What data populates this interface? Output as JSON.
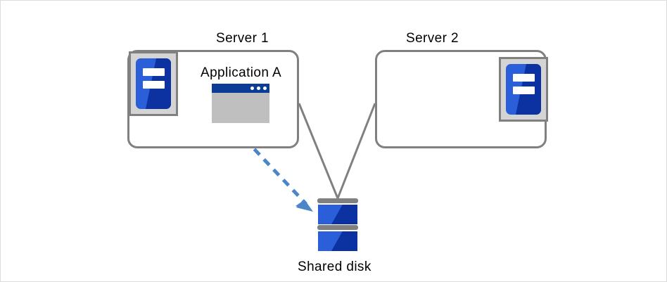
{
  "diagram": {
    "title_server1": "Server 1",
    "title_server2": "Server 2",
    "application_label": "Application A",
    "shared_disk_label": "Shared disk",
    "colors": {
      "box_border": "#808080",
      "icon_frame": "#d4d4d4",
      "icon_blue_light": "#2b5fd9",
      "icon_blue_dark": "#0b32a0",
      "window_titlebar": "#0b3c96",
      "window_body": "#bfbfbf",
      "connector": "#808080",
      "access_arrow": "#4a86c8",
      "canvas_border": "#dcdcdc"
    },
    "servers": [
      {
        "name": "Server 1",
        "icon": "server-icon",
        "has_application": true,
        "application": "Application A"
      },
      {
        "name": "Server 2",
        "icon": "server-icon",
        "has_application": false,
        "application": ""
      }
    ],
    "storage": {
      "name": "Shared disk",
      "icon": "disk-icon",
      "segments": 2
    },
    "connections": [
      {
        "from": "Server 1",
        "to": "Shared disk",
        "style": "solid"
      },
      {
        "from": "Server 2",
        "to": "Shared disk",
        "style": "solid"
      },
      {
        "from": "Application A",
        "to": "Shared disk",
        "style": "dashed-arrow"
      }
    ]
  }
}
